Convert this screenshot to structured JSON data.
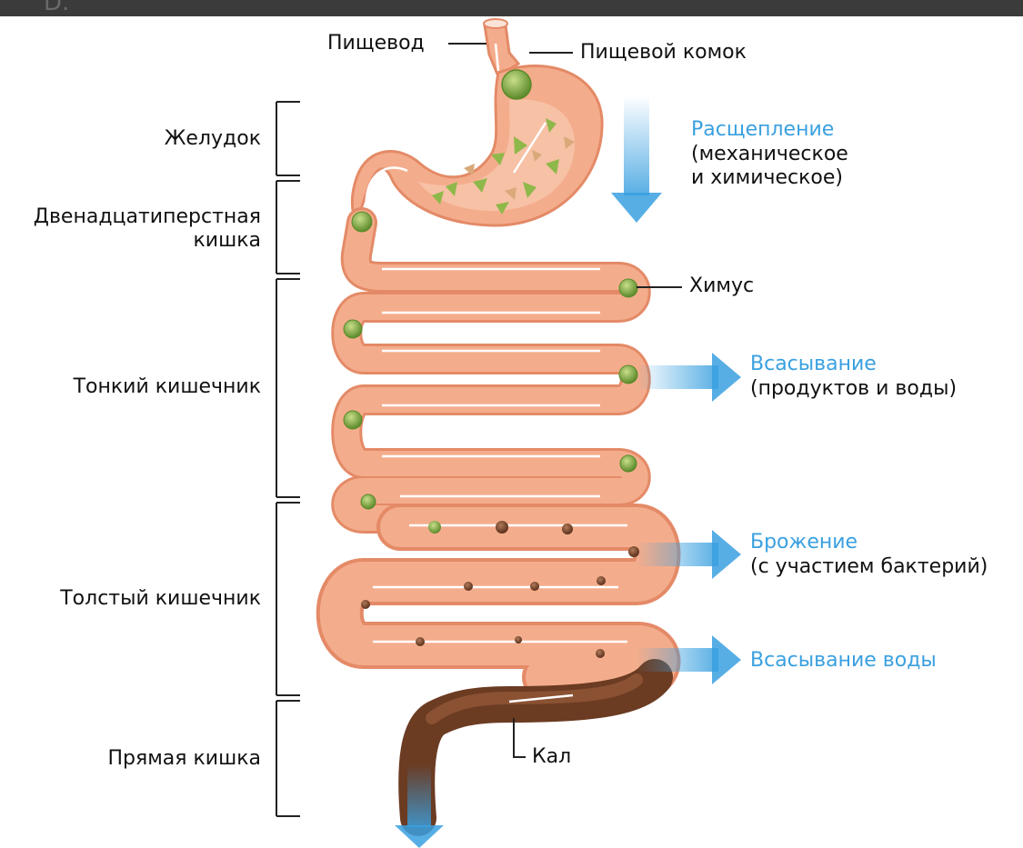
{
  "window": {
    "partial_title": "D."
  },
  "labels": {
    "esophagus": "Пищевод",
    "food_bolus": "Пищевой комок",
    "stomach": "Желудок",
    "duodenum_line1": "Двенадцатиперстная",
    "duodenum_line2": "кишка",
    "small_intestine": "Тонкий кишечник",
    "large_intestine": "Толстый кишечник",
    "rectum": "Прямая кишка",
    "chyme": "Химус",
    "feces": "Кал"
  },
  "processes": {
    "breakdown_title": "Расщепление",
    "breakdown_line2": "(механическое",
    "breakdown_line3": "и химическое)",
    "absorption_title": "Всасывание",
    "absorption_line2": "(продуктов и воды)",
    "fermentation_title": "Брожение",
    "fermentation_line2": "(с участием бактерий)",
    "water_absorption": "Всасывание воды"
  },
  "colors": {
    "intestine_fill": "#f4ad8c",
    "intestine_outline": "#e48a67",
    "intestine_highlight": "#fbe3d7",
    "food_green": "#8fb84a",
    "food_dark_green": "#5c8a2a",
    "feces_brown": "#6b3b22",
    "arrow_blue": "#3aa0e0",
    "bracket": "#222222"
  }
}
